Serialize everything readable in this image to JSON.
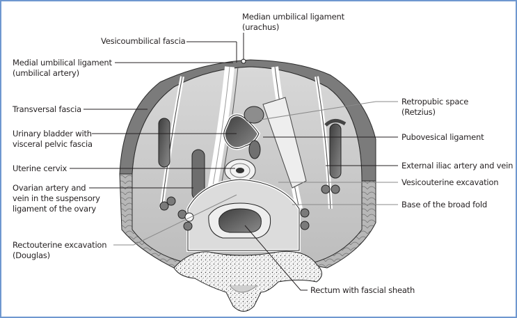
{
  "figure": {
    "title": "Female pelvis, transverse section viewed from above",
    "labels": {
      "median_umbilical_ligament": "Median umbilical ligament\n(urachus)",
      "vesicoumbilical_fascia": "Vesicoumbilical fascia",
      "medial_umbilical_ligament": "Medial umbilical ligament\n(umbilical artery)",
      "transversal_fascia": "Transversal fascia",
      "urinary_bladder": "Urinary bladder with\nvisceral pelvic fascia",
      "uterine_cervix": "Uterine cervix",
      "ovarian_artery": "Ovarian artery and\nvein in the suspensory\nligament of the ovary",
      "rectouterine_excavation": "Rectouterine excavation\n(Douglas)",
      "retropubic_space": "Retropubic space\n(Retzius)",
      "pubovesical_ligament": "Pubovesical ligament",
      "external_iliac": "External iliac artery and vein",
      "vesicouterine_excavation": "Vesicouterine excavation",
      "base_broad_fold": "Base of the broad fold",
      "rectum": "Rectum with fascial sheath"
    },
    "colors": {
      "frame_border": "#6e97cf",
      "tissue_light": "#e3e3e3",
      "tissue_mid": "#c6c6c6",
      "tissue_dark": "#6d6d6d",
      "lumen_dark": "#4a4a4a",
      "text": "#231f20"
    }
  }
}
